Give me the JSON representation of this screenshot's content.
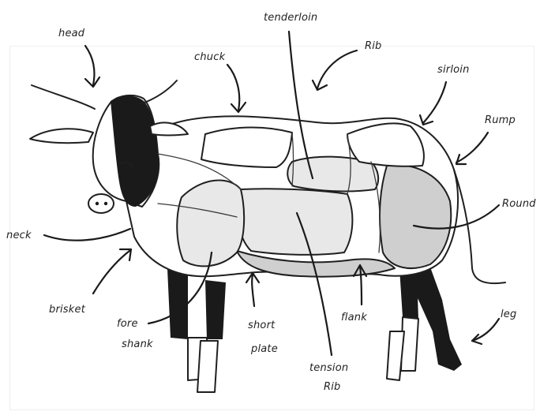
{
  "labels": {
    "head": "head",
    "chuck": "chuck",
    "tenderloin": "tenderloin",
    "rib": "Rib",
    "sirloin": "sirloin",
    "rump": "Rump",
    "round": "Round",
    "neck": "neck",
    "brisket": "brisket",
    "fore_shank_1": "fore",
    "fore_shank_2": "shank",
    "short_plate_1": "short",
    "short_plate_2": "plate",
    "flank": "flank",
    "tension_rib_1": "tension",
    "tension_rib_2": "Rib",
    "leg": "leg"
  },
  "colors": {
    "ink": "#1f1f1f",
    "dark_fill": "#1a1a1a",
    "light_shade": "#e8e8e8",
    "mid_shade": "#cfcfcf",
    "background": "#ffffff"
  }
}
